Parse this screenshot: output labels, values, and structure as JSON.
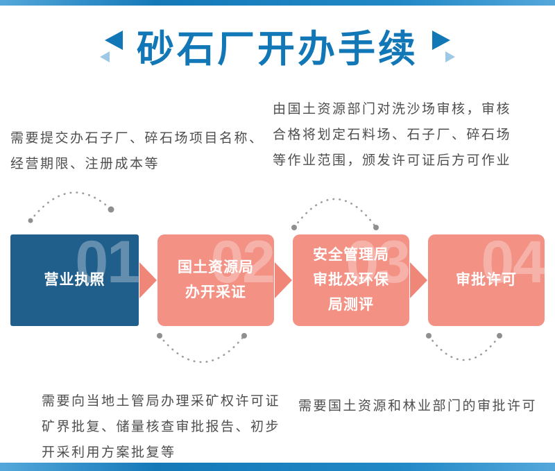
{
  "page": {
    "title": "砂石厂开办手续"
  },
  "annotations": {
    "top_left": "需要提交办石子厂、碎石场项目名称、\n经营期限、注册成本等",
    "top_right": "由国土资源部门对洗沙场审核，审核\n合格将划定石料场、石子厂、碎石场\n等作业范围，颁发许可证后方可作业",
    "bottom_left": "需要向当地土管局办理采矿权许可证\n矿界批复、储量核查审批报告、初步\n开采利用方案批复等",
    "bottom_right": "需要国土资源和林业部门的审批许可"
  },
  "steps": [
    {
      "number": "01",
      "label": "营业执照",
      "color": "#205e8c"
    },
    {
      "number": "02",
      "label": "国土资源局\n办开采证",
      "color": "#f29184"
    },
    {
      "number": "03",
      "label": "安全管理局\n审批及环保\n局测评",
      "color": "#f29184"
    },
    {
      "number": "04",
      "label": "审批许可",
      "color": "#f29184"
    }
  ],
  "colors": {
    "title_blue": "#1277b6",
    "accent_light_blue": "#9ec9e6",
    "bar_blue": "#1579b8",
    "step1_bg": "#205e8c",
    "step_bg": "#f29184",
    "arrow_salmon": "#ef8678",
    "connector_gray": "#9b9b9b",
    "note_text": "#4e4e4e",
    "number_overlay": "rgba(255,255,255,0.30)"
  }
}
